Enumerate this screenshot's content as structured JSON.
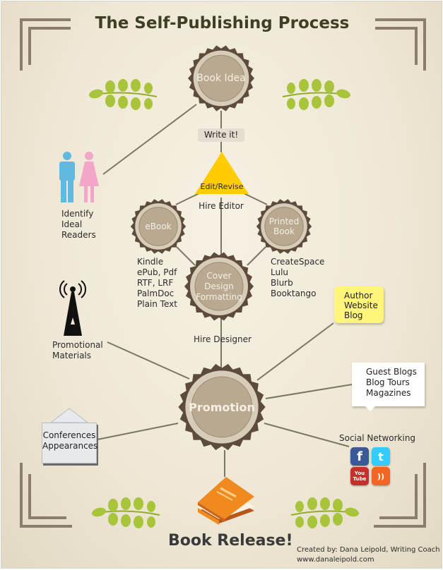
{
  "title": "The Self-Publishing Process",
  "nodes": {
    "book_idea": "Book Idea",
    "ebook": "eBook",
    "printed_book": "Printed\nBook",
    "cover_design": "Cover\nDesign\nFormatting",
    "promotion": "Promotion"
  },
  "write_it": "Write it!",
  "edit_revise": "Edit/Revise",
  "hire_editor": "Hire Editor",
  "hire_designer": "Hire Designer",
  "ideal_readers": "Identify\nIdeal\nReaders",
  "ebook_formats": "Kindle\nePub, Pdf\nRTF, LRF\nPalmDoc\nPlain Text",
  "print_services": "CreateSpace\nLulu\nBlurb\nBooktango",
  "promotional_materials": "Promotional\nMaterials",
  "author_website": "Author\nWebsite\nBlog",
  "guest_blogs": "Guest Blogs\nBlog Tours\nMagazines",
  "conferences": "Conferences\nAppearances",
  "social_networking": "Social Networking",
  "social_icons": {
    "facebook": {
      "glyph": "f",
      "color": "#3b5998"
    },
    "twitter": {
      "glyph": "t",
      "color": "#33ccff"
    },
    "youtube": {
      "glyph": "You\nTube",
      "color": "#c4302b"
    },
    "rss": {
      "glyph": "))",
      "color": "#f26522"
    }
  },
  "book_release": "Book Release!",
  "credit_line": "Created by: Dana Leipold, Writing Coach",
  "website": "www.danaleipold.com",
  "colors": {
    "badge_fill": "#b8a990",
    "badge_ring": "#d7ccb8",
    "badge_edge": "#5d4b3c",
    "connector": "#7b7563",
    "leaf": "#a8c43a",
    "triangle": "#ffcc00",
    "male": "#62b9e0",
    "female": "#f3a6c8",
    "book": "#f08a1e"
  }
}
